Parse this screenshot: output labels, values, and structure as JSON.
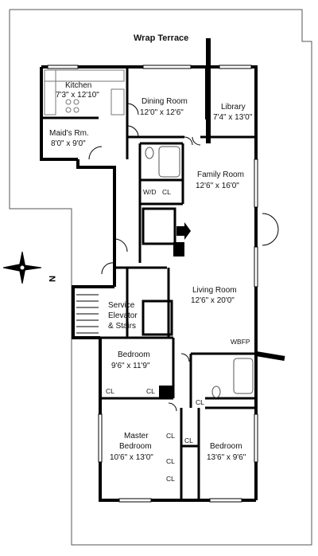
{
  "terrace": {
    "label": "Wrap Terrace"
  },
  "compass": {
    "north_label": "N"
  },
  "rooms": {
    "kitchen": {
      "name": "Kitchen",
      "size": "7'3\" x 12'10\""
    },
    "dining": {
      "name": "Dining Room",
      "size": "12'0\" x 12'6\""
    },
    "library": {
      "name": "Library",
      "size": "7'4\" x 13'0\""
    },
    "maids": {
      "name": "Maid's Rm.",
      "size": "8'0\" x 9'0\""
    },
    "family": {
      "name": "Family Room",
      "size": "12'6\" x 16'0\""
    },
    "living": {
      "name": "Living Room",
      "size": "12'6\" x 20'0\""
    },
    "service": {
      "line1": "Service",
      "line2": "Elevator",
      "line3": "& Stairs"
    },
    "bedroom1": {
      "name": "Bedroom",
      "size": "9'6\" x 11'9\""
    },
    "master": {
      "line1": "Master",
      "line2": "Bedroom",
      "size": "10'6\" x 13'0\""
    },
    "bedroom2": {
      "name": "Bedroom",
      "size": "13'6\" x 9'6\""
    }
  },
  "labels": {
    "wd": "W/D",
    "cl": "CL",
    "wbfp": "WBFP"
  },
  "colors": {
    "wall": "#000000",
    "terrace_line": "#555555",
    "background": "#ffffff",
    "fixture": "#777777"
  }
}
